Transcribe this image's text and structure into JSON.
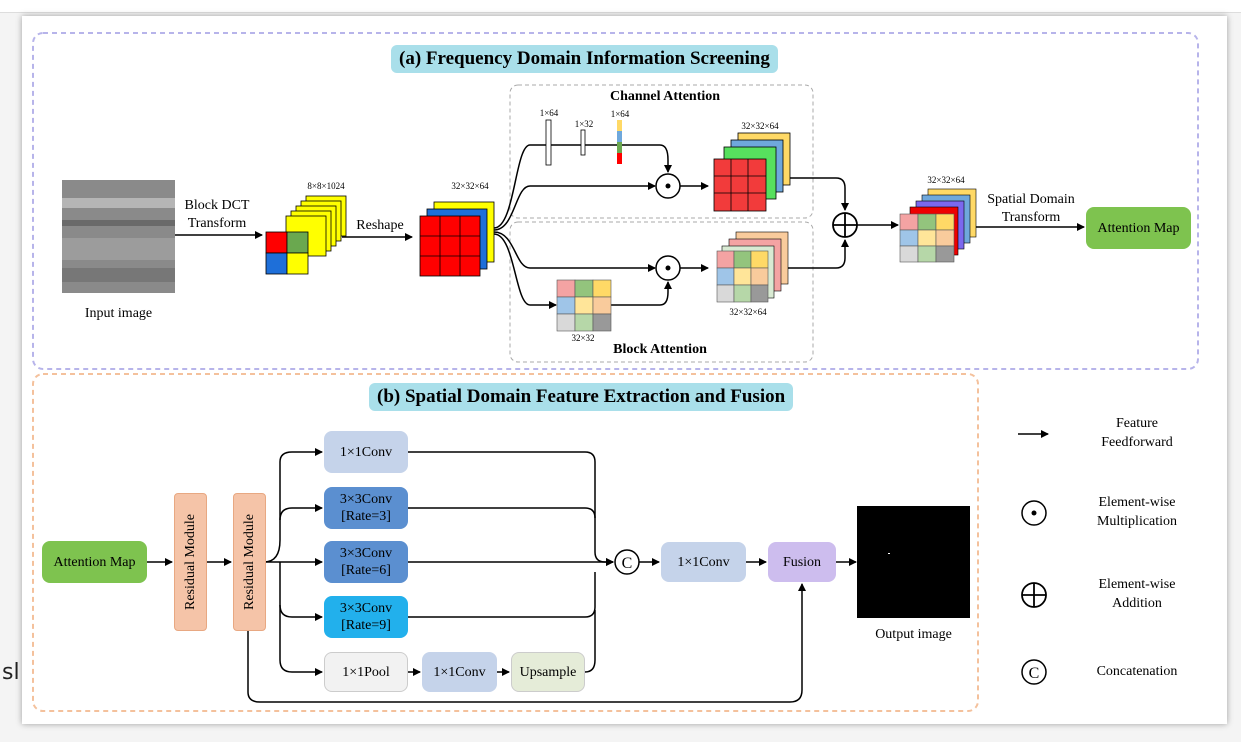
{
  "sectionA": {
    "title": "(a) Frequency Domain Information Screening",
    "input_label": "Input image",
    "dct_label_1": "Block DCT",
    "dct_label_2": "Transform",
    "dct_dim": "8×8×1024",
    "reshape_label": "Reshape",
    "reshape_dim": "32×32×64",
    "channel_attention": "Channel Attention",
    "ca_dims": [
      "1×64",
      "1×32",
      "1×64"
    ],
    "ca_out_dim": "32×32×64",
    "block_attention": "Block Attention",
    "ba_dim": "32×32",
    "ba_out_dim": "32×32×64",
    "sum_dim": "32×32×64",
    "spatial_1": "Spatial Domain",
    "spatial_2": "Transform",
    "attention_map": "Attention Map"
  },
  "sectionB": {
    "title": "(b) Spatial Domain Feature Extraction and Fusion",
    "attention_map": "Attention Map",
    "residual_1": "Residual Module",
    "residual_2": "Residual Module",
    "conv1": "1×1Conv",
    "conv3_r3_a": "3×3Conv",
    "conv3_r3_b": "[Rate=3]",
    "conv3_r6_a": "3×3Conv",
    "conv3_r6_b": "[Rate=6]",
    "conv3_r9_a": "3×3Conv",
    "conv3_r9_b": "[Rate=9]",
    "pool": "1×1Pool",
    "pool_conv": "1×1Conv",
    "upsample": "Upsample",
    "concat_conv": "1×1Conv",
    "fusion": "Fusion",
    "output_label": "Output image"
  },
  "legend": {
    "feedforward_1": "Feature",
    "feedforward_2": "Feedforward",
    "mult_1": "Element-wise",
    "mult_2": "Multiplication",
    "add_1": "Element-wise",
    "add_2": "Addition",
    "concat": "Concatenation"
  },
  "colors": {
    "title_bg": "#a9dfea",
    "attention_map": "#7ec34f",
    "residual": "#f5c4a8",
    "conv_light": "#c5d3ea",
    "conv_mid": "#5b8fd0",
    "conv_cyan": "#22b0ec",
    "fusion": "#cdbdee",
    "dashed_a": "#b7b4ea",
    "dashed_b": "#f4c19c"
  }
}
